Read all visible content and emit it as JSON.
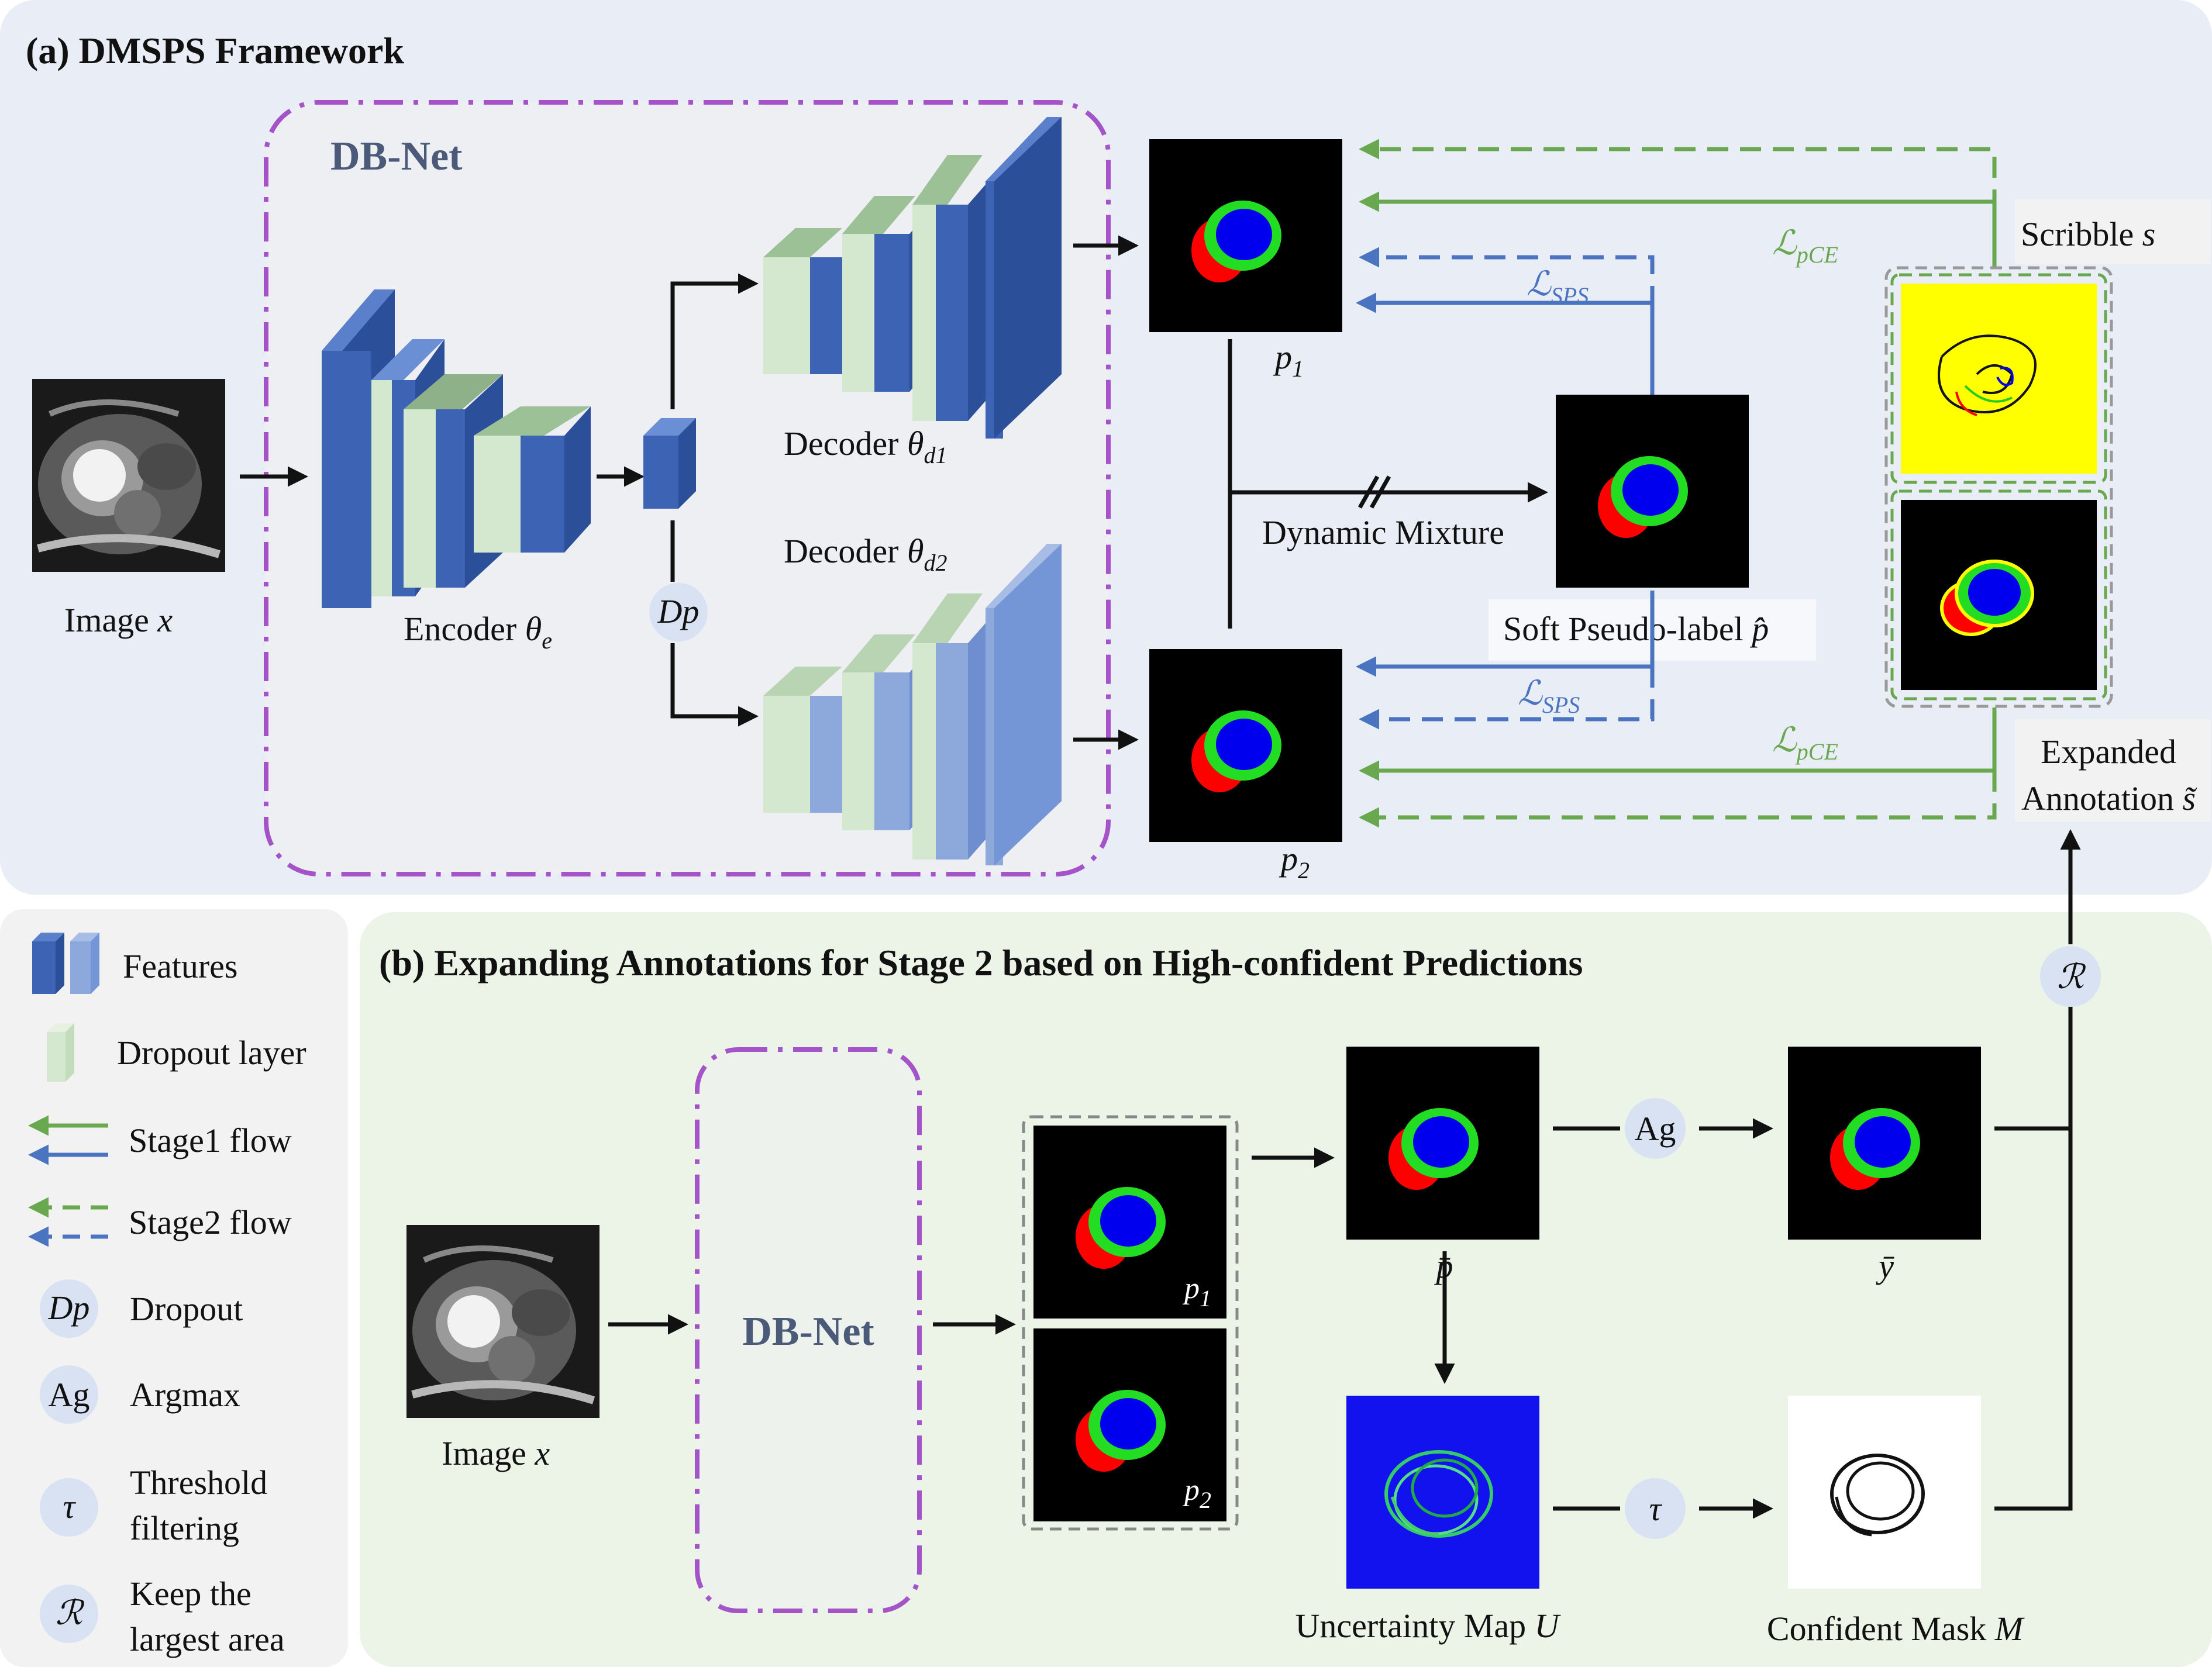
{
  "panel_a": {
    "title": "(a) DMSPS Framework",
    "dbnet_label": "DB-Net",
    "image_label": "Image",
    "image_var": "x",
    "encoder_label": "Encoder",
    "encoder_var": "θ",
    "encoder_sub": "e",
    "dropout_node": "Dp",
    "decoder1_label": "Decoder",
    "decoder1_var": "θ",
    "decoder1_sub": "d1",
    "decoder2_label": "Decoder",
    "decoder2_var": "θ",
    "decoder2_sub": "d2",
    "p1_var": "p",
    "p1_sub": "1",
    "p2_var": "p",
    "p2_sub": "2",
    "dynamic_mixture": "Dynamic Mixture",
    "soft_pseudo_label": "Soft Pseudo-label",
    "soft_pseudo_var": "p̂",
    "loss_sps_var": "ℒ",
    "loss_sps_sub": "SPS",
    "loss_pce_var": "ℒ",
    "loss_pce_sub": "pCE",
    "scribble_label": "Scribble",
    "scribble_var": "s",
    "expanded_line1": "Expanded",
    "expanded_line2": "Annotation",
    "expanded_var": "s̃"
  },
  "panel_b": {
    "title": "(b) Expanding Annotations for Stage 2 based on High-confident Predictions",
    "image_label": "Image",
    "image_var": "x",
    "dbnet_label": "DB-Net",
    "p1_var": "p",
    "p1_sub": "1",
    "p2_var": "p",
    "p2_sub": "2",
    "pbar_var": "p̄",
    "ybar_var": "ȳ",
    "argmax_node": "Ag",
    "tau_node": "τ",
    "r_node": "ℛ",
    "uncertainty_label": "Uncertainty Map",
    "uncertainty_var": "U",
    "confident_label": "Confident Mask",
    "confident_var": "M"
  },
  "legend": {
    "features": "Features",
    "dropout_layer": "Dropout layer",
    "stage1": "Stage1 flow",
    "stage2": "Stage2 flow",
    "dp_symbol": "Dp",
    "dp_label": "Dropout",
    "ag_symbol": "Ag",
    "ag_label": "Argmax",
    "tau_symbol": "τ",
    "tau_line1": "Threshold",
    "tau_line2": "filtering",
    "r_symbol": "ℛ",
    "r_line1": "Keep the",
    "r_line2": "largest area"
  },
  "colors": {
    "stage1_green": "#6aa84f",
    "stage1_blue": "#4a74c0",
    "feature_dark": "#3d63b5",
    "feature_light": "#8da9dc",
    "dropout": "#d4e8cf",
    "dbnet_border": "#a454c8",
    "panel_a_bg": "#e9edf6",
    "panel_b_bg": "#ecf4e8",
    "legend_bg": "#f2f2f2"
  }
}
